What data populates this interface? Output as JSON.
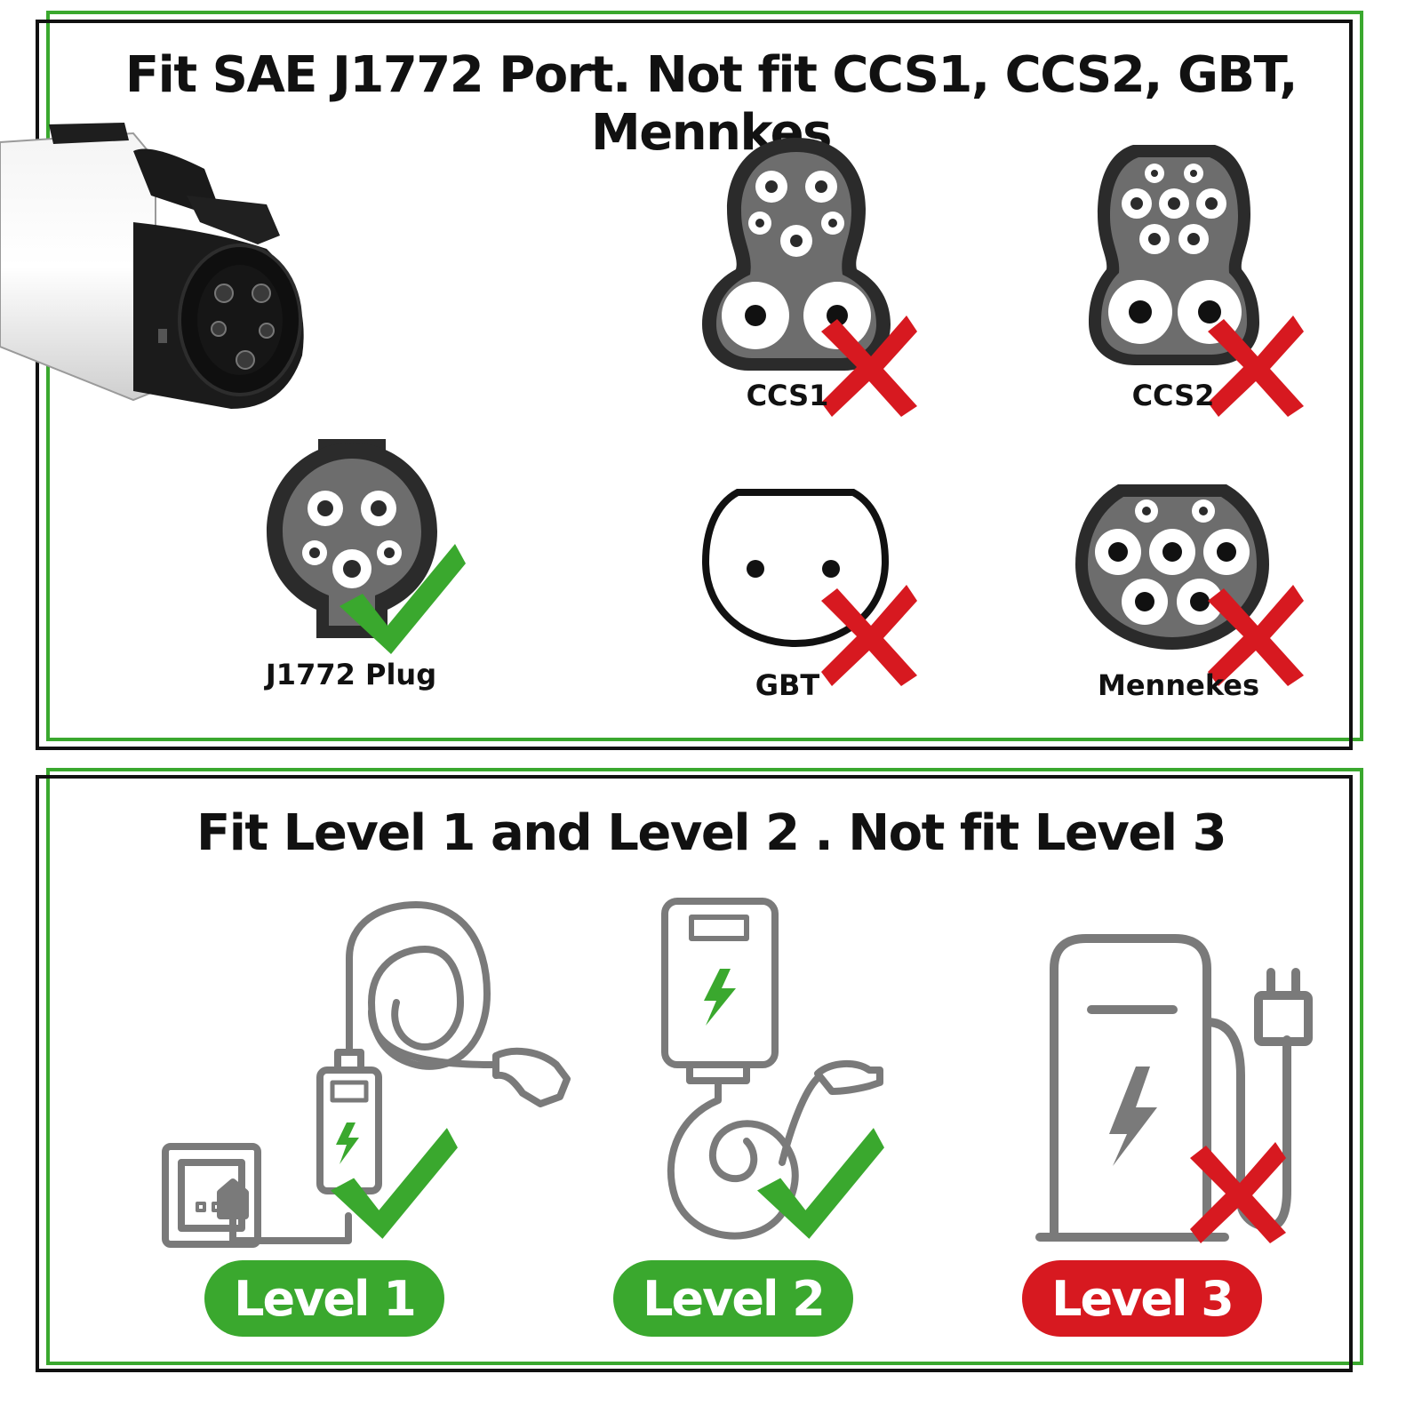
{
  "colors": {
    "green": "#3aa82e",
    "red": "#d71920",
    "frame": "#111111",
    "icon_gray": "#7a7a7a",
    "plug_dark": "#2b2b2b",
    "plug_face": "#6d6d6d"
  },
  "top_panel": {
    "title": "Fit SAE J1772 Port. Not fit CCS1, CCS2, GBT, Mennkes",
    "adapter_icon": "j1772-adapter-photo",
    "plugs": [
      {
        "label": "J1772 Plug",
        "fits": true,
        "icon": "j1772-plug-icon"
      },
      {
        "label": "CCS1",
        "fits": false,
        "icon": "ccs1-plug-icon"
      },
      {
        "label": "CCS2",
        "fits": false,
        "icon": "ccs2-plug-icon"
      },
      {
        "label": "GBT",
        "fits": false,
        "icon": "gbt-plug-icon"
      },
      {
        "label": "Mennekes",
        "fits": false,
        "icon": "mennekes-plug-icon"
      }
    ]
  },
  "bottom_panel": {
    "title": "Fit Level 1 and Level 2 . Not fit Level 3",
    "levels": [
      {
        "label": "Level 1",
        "fits": true,
        "icon": "portable-charger-icon",
        "color": "#3aa82e"
      },
      {
        "label": "Level 2",
        "fits": true,
        "icon": "wall-charger-icon",
        "color": "#3aa82e"
      },
      {
        "label": "Level 3",
        "fits": false,
        "icon": "dc-fast-charger-icon",
        "color": "#d71920"
      }
    ]
  }
}
